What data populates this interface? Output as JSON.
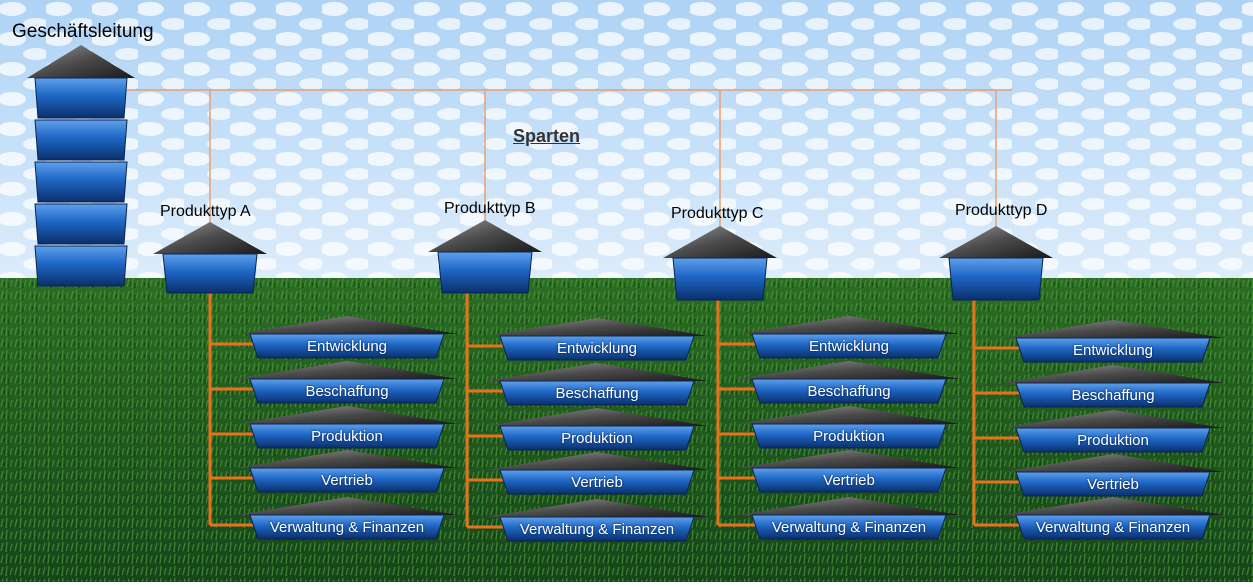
{
  "headquarters": {
    "label": "Geschäftsleitung",
    "floors": 5
  },
  "divisions_label": "Sparten",
  "divisions": [
    {
      "label": "Produkttyp A"
    },
    {
      "label": "Produkttyp B"
    },
    {
      "label": "Produkttyp C"
    },
    {
      "label": "Produkttyp D"
    }
  ],
  "departments": [
    "Entwicklung",
    "Beschaffung",
    "Produktion",
    "Vertrieb",
    "Verwaltung & Finanzen"
  ],
  "colors": {
    "sky": "#c9e3fb",
    "grass": "#1f5a1a",
    "building_blue": "#1e66c4",
    "roof": "#444444",
    "hq_line": "#e8a070",
    "connector": "#e8711c"
  }
}
